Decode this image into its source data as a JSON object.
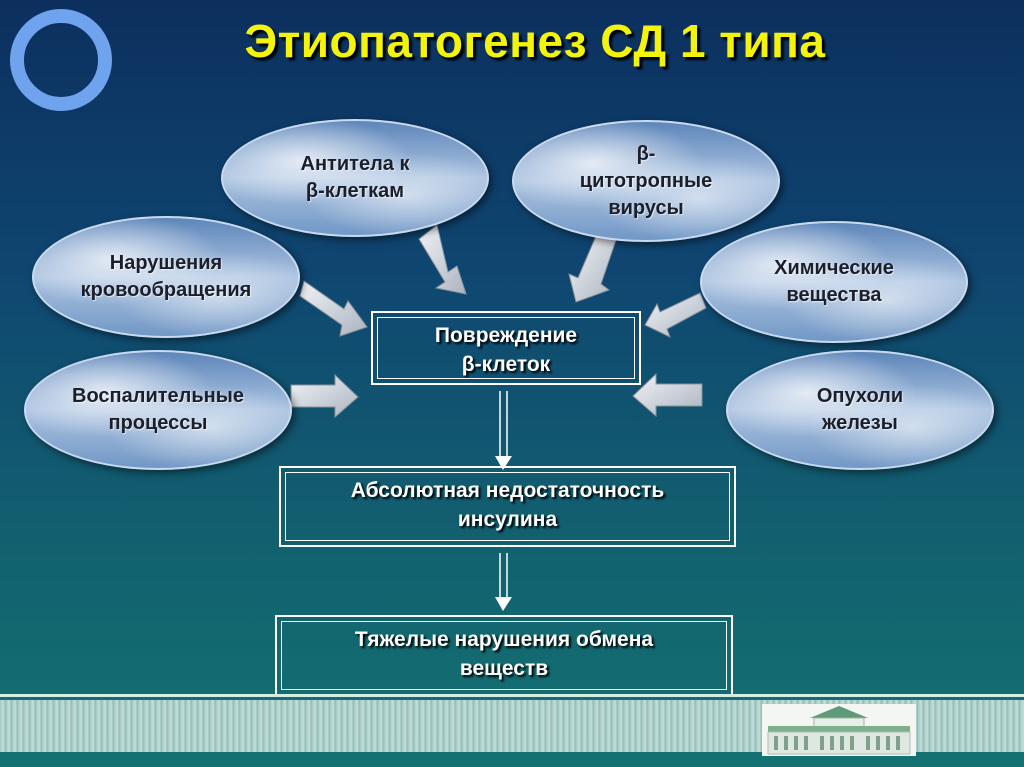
{
  "title": "Этиопатогенез СД 1 типа",
  "causes": {
    "antibodies": "Антитела к\nβ-клеткам",
    "viruses": "β-\nцитотропные\nвирусы",
    "circulation": "Нарушения\nкровообращения",
    "chemicals": "Химические\nвещества",
    "inflammation": "Воспалительные\nпроцессы",
    "tumors": "Опухоли\nжелезы"
  },
  "flow": {
    "damage": "Повреждение\nβ-клеток",
    "insulin_deficiency": "Абсолютная недостаточность\nинсулина",
    "metabolic_disorders": "Тяжелые нарушения обмена\nвеществ"
  },
  "colors": {
    "title": "#f4f40a",
    "ring": "#6fa3ee",
    "box_border": "#ffffff",
    "arrow_fill": "#d8dde4"
  }
}
